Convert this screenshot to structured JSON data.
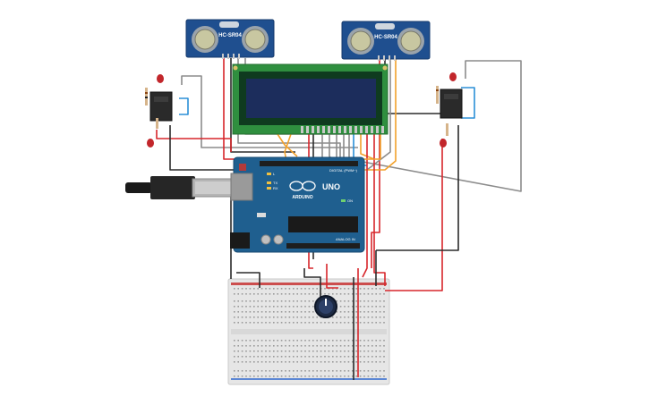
{
  "sensors": [
    {
      "label": "HC-SR04"
    },
    {
      "label": "HC-SR04"
    }
  ],
  "arduino": {
    "brand": "ARDUINO",
    "model": "UNO",
    "digital_label": "DIGITAL (PWM~)",
    "analog_label": "ANALOG IN",
    "tx_label": "TX",
    "rx_label": "RX",
    "l_label": "L",
    "on_label": "ON"
  },
  "colors": {
    "board": "#1f5f8f",
    "sensor": "#1f4f8f",
    "lcd_frame": "#2f8f3f",
    "lcd_screen": "#1c2d5c",
    "breadboard": "#e9e9e9",
    "wire_red": "#d7262b",
    "wire_black": "#2b2b2b",
    "wire_gray": "#8c8c8c",
    "wire_orange": "#f2a12b",
    "wire_blue": "#2b8fd7",
    "led_red": "#c2262b"
  }
}
